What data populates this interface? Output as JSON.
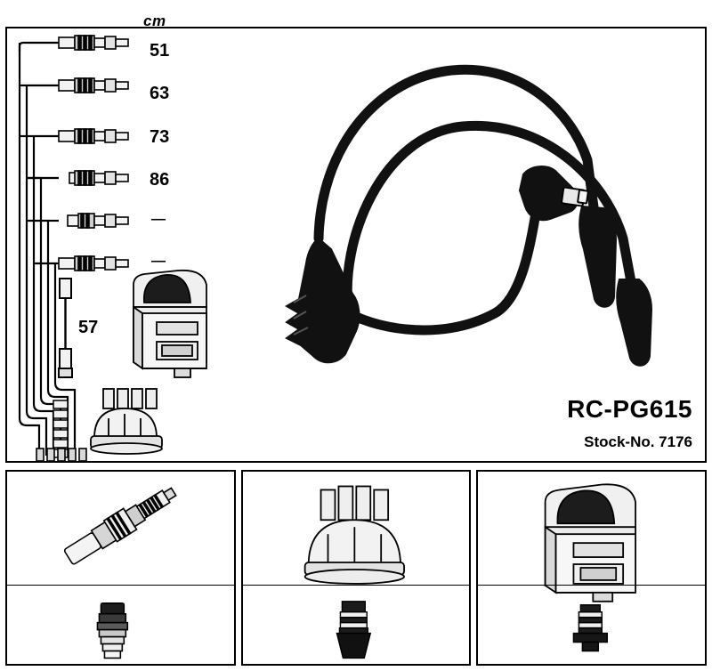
{
  "diagram": {
    "title_part_number": "RC-PG615",
    "stock_number_label": "Stock-No. 7176",
    "unit_label": "cm",
    "cable_lengths": [
      {
        "value": "51"
      },
      {
        "value": "63"
      },
      {
        "value": "73"
      },
      {
        "value": "86"
      },
      {
        "value": "—"
      },
      {
        "value": "—"
      }
    ],
    "extra_length": "57",
    "colors": {
      "line": "#000000",
      "fill_light": "#f2f2f2",
      "fill_mid": "#cccccc",
      "fill_dark": "#1a1a1a",
      "background": "#ffffff"
    },
    "bottom_panels": [
      {
        "top_item": "spark-plug",
        "bottom_item": "spark-plug-boot"
      },
      {
        "top_item": "distributor-cap",
        "bottom_item": "distributor-boot"
      },
      {
        "top_item": "ignition-coil",
        "bottom_item": "coil-boot"
      }
    ]
  }
}
